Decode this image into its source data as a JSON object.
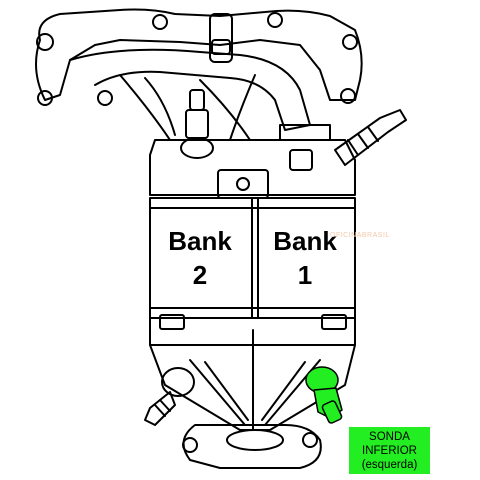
{
  "bank_left": {
    "word": "Bank",
    "number": "2"
  },
  "bank_right": {
    "word": "Bank",
    "number": "1"
  },
  "callout": {
    "line1": "SONDA",
    "line2": "INFERIOR",
    "line3": "(esquerda)"
  },
  "colors": {
    "outline": "#000000",
    "highlight_sensor": "#22ee22",
    "background": "#ffffff"
  },
  "watermark": "OFICINABRASIL"
}
